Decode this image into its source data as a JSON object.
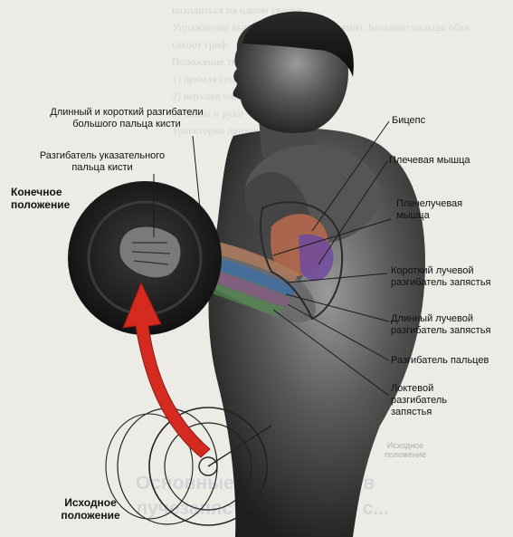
{
  "background_text": {
    "lines": [
      "находиться на одном уровне.",
      "Упражнение выполняется ладонями вниз. Большие пальцы обхв",
      "ывают гриф.",
      "Положение тела: стоя, ноги слегка",
      "1) прямая спина;",
      "2) верхняя часть тела",
      "3) спина и руки",
      "Траектория движения"
    ],
    "bottom_title": "Основные мышцы-ра... в лучезапястном суставе с...",
    "bottom_small": "Исходное\nположение"
  },
  "positions": {
    "end": "Конечное\nположение",
    "start": "Исходное\nположение"
  },
  "muscle_labels": {
    "extensors_thumb": "Длинный и короткий разгибатели\nбольшого пальца кисти",
    "extensor_index": "Разгибатель указательного\nпальца кисти",
    "biceps": "Бицепс",
    "brachialis": "Плечевая мышца",
    "brachioradialis": "Плечелучевая\nмышца",
    "ecr_brevis": "Короткий лучевой\nразгибатель запястья",
    "ecr_longus": "Длинный лучевой\nразгибатель запястья",
    "ext_digitorum": "Разгибатель пальцев",
    "ecu": "Локтевой\nразгибатель\nзапястья"
  },
  "colors": {
    "arrow": "#d42a20",
    "leader": "#1a1a1a",
    "biceps": "#b5694c",
    "brachialis": "#6f4aa0",
    "ecr_brevis": "#3b6fa8",
    "ext_digitorum": "#4f8a4a"
  }
}
